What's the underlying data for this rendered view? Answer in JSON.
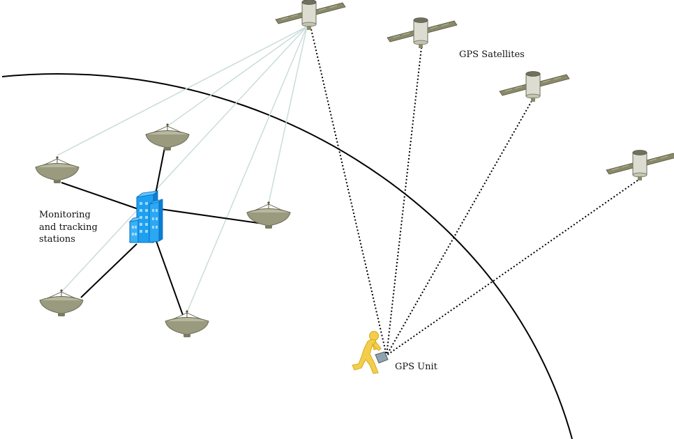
{
  "labels": {
    "satellites": "GPS Satellites",
    "stations_line1": "Monitoring",
    "stations_line2": "and tracking",
    "stations_line3": "stations",
    "unit": "GPS Unit"
  },
  "colors": {
    "background": "#ffffff",
    "earth_curve": "#000000",
    "uplink": "#c9ddd9",
    "wired_link": "#000000",
    "signal": "#000000",
    "dish": "#9a9a7e",
    "dish_shade": "#7b7b63",
    "satellite_panel": "#8a8a6a",
    "satellite_body": "#dcdcd0",
    "building": "#1ea0f2",
    "building_dark": "#0b7fd6",
    "person": "#f2cf4a",
    "person_outline": "#d9a81e",
    "gps_device": "#8fa3ae"
  },
  "icons": [
    "satellite-icon",
    "dish-antenna-icon",
    "building-icon",
    "person-icon",
    "gps-device-icon"
  ]
}
